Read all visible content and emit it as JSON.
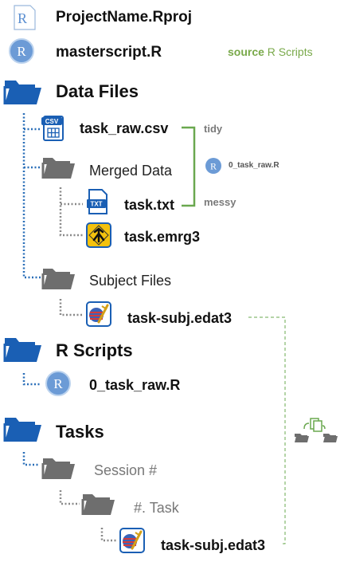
{
  "top": {
    "project_file": "ProjectName.Rproj",
    "master_script": "masterscript.R",
    "source_note_bold": "source",
    "source_note_rest": " R Scripts"
  },
  "sections": {
    "data_files": "Data Files",
    "r_scripts": "R Scripts",
    "tasks": "Tasks"
  },
  "data_files": {
    "raw_csv": "task_raw.csv",
    "csv_badge": "CSV",
    "merged_folder": "Merged Data",
    "task_txt": "task.txt",
    "txt_badge": "TXT",
    "task_emrg": "task.emrg3",
    "subject_folder": "Subject Files",
    "subj_edat": "task-subj.edat3"
  },
  "annotations": {
    "tidy": "tidy",
    "messy": "messy",
    "script_ref": "0_task_raw.R"
  },
  "r_scripts": {
    "script": "0_task_raw.R"
  },
  "tasks": {
    "session_folder": "Session #",
    "task_folder": "#. Task",
    "subj_edat": "task-subj.edat3"
  },
  "colors": {
    "folder_blue": "#1a5fb4",
    "folder_grey": "#6e6e6e",
    "connector_blue": "#2a6fb8",
    "connector_grey": "#888888",
    "green": "#6aa84f",
    "r_blue": "#5b8fd1"
  },
  "icons": {
    "rproj": "r-project-icon",
    "r": "r-logo-icon",
    "folder": "folder-icon",
    "csv": "csv-file-icon",
    "txt": "txt-file-icon",
    "emrg": "emerge-icon",
    "edat": "edat-icon",
    "copy": "copy-files-icon"
  }
}
